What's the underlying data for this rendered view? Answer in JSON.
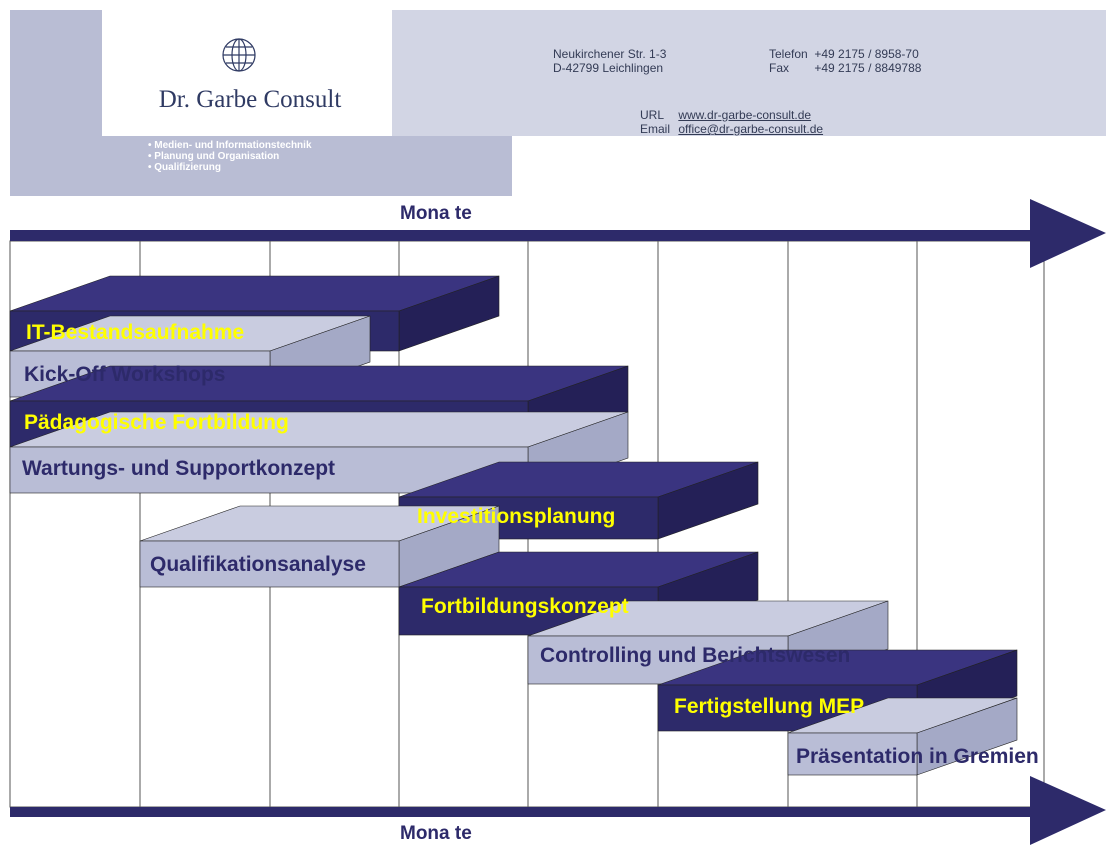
{
  "header": {
    "company": "Dr. Garbe Consult",
    "bullets": [
      "Medien- und Informationstechnik",
      "Planung und Organisation",
      "Qualifizierung"
    ],
    "address": [
      "Neukirchener Str. 1-3",
      "D-42799 Leichlingen"
    ],
    "phone_label": "Telefon",
    "phone": "+49 2175 / 8958-70",
    "fax_label": "Fax",
    "fax": "+49 2175 / 8849788",
    "url_label": "URL",
    "url": "www.dr-garbe-consult.de",
    "email_label": "Email",
    "email": "office@dr-garbe-consult.de"
  },
  "axis": {
    "top_label": "Mona te",
    "bottom_label": "Mona te"
  },
  "colors": {
    "navy": "#2d2a6a",
    "lavender": "#b9bdd6",
    "yellow": "#ffff00"
  },
  "bars": [
    {
      "label": "IT-Bestandsaufnahme",
      "start": 0,
      "end": 3,
      "color": "navy",
      "text": "yellow"
    },
    {
      "label": "Kick-Off Workshops",
      "start": 0,
      "end": 2,
      "color": "lavender",
      "text": "navy"
    },
    {
      "label": "Pädagogische Fortbildung",
      "start": 0,
      "end": 4,
      "color": "navy",
      "text": "yellow"
    },
    {
      "label": "Wartungs- und Supportkonzept",
      "start": 0,
      "end": 4,
      "color": "lavender",
      "text": "navy"
    },
    {
      "label": "Investitionsplanung",
      "start": 3,
      "end": 5,
      "color": "navy",
      "text": "yellow"
    },
    {
      "label": "Qualifikationsanalyse",
      "start": 1,
      "end": 3,
      "color": "lavender",
      "text": "navy"
    },
    {
      "label": "Fortbildungskonzept",
      "start": 3,
      "end": 5,
      "color": "navy",
      "text": "yellow"
    },
    {
      "label": "Controlling und Berichtswesen",
      "start": 4,
      "end": 6,
      "color": "lavender",
      "text": "navy"
    },
    {
      "label": "Fertigstellung MEP",
      "start": 5,
      "end": 7,
      "color": "navy",
      "text": "yellow"
    },
    {
      "label": "Präsentation in Gremien",
      "start": 6,
      "end": 7,
      "color": "lavender",
      "text": "navy"
    }
  ]
}
